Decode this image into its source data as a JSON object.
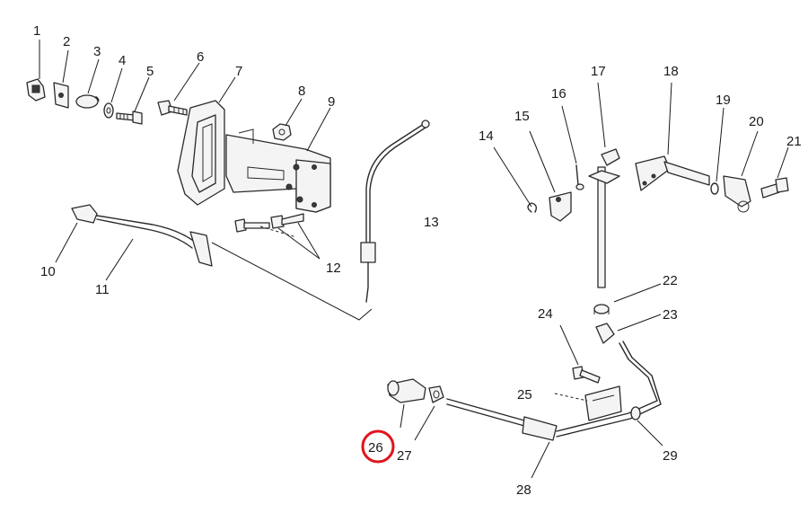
{
  "parts": [
    {
      "id": "p1",
      "label": "1"
    },
    {
      "id": "p2",
      "label": "2"
    },
    {
      "id": "p3",
      "label": "3"
    },
    {
      "id": "p4",
      "label": "4"
    },
    {
      "id": "p5",
      "label": "5"
    },
    {
      "id": "p6",
      "label": "6"
    },
    {
      "id": "p7",
      "label": "7"
    },
    {
      "id": "p8",
      "label": "8"
    },
    {
      "id": "p9",
      "label": "9"
    },
    {
      "id": "p10",
      "label": "10"
    },
    {
      "id": "p11",
      "label": "11"
    },
    {
      "id": "p12",
      "label": "12"
    },
    {
      "id": "p13",
      "label": "13"
    },
    {
      "id": "p14",
      "label": "14"
    },
    {
      "id": "p15",
      "label": "15"
    },
    {
      "id": "p16",
      "label": "16"
    },
    {
      "id": "p17",
      "label": "17"
    },
    {
      "id": "p18",
      "label": "18"
    },
    {
      "id": "p19",
      "label": "19"
    },
    {
      "id": "p20",
      "label": "20"
    },
    {
      "id": "p21",
      "label": "21"
    },
    {
      "id": "p22",
      "label": "22"
    },
    {
      "id": "p23",
      "label": "23"
    },
    {
      "id": "p24",
      "label": "24"
    },
    {
      "id": "p25",
      "label": "25"
    },
    {
      "id": "p26",
      "label": "26"
    },
    {
      "id": "p27",
      "label": "27"
    },
    {
      "id": "p28",
      "label": "28"
    },
    {
      "id": "p29",
      "label": "29"
    }
  ],
  "highlight": {
    "part": "26",
    "color": "#e0141e"
  },
  "colors": {
    "line": "#2a2a2a",
    "text": "#1a1a1a",
    "background": "#ffffff"
  }
}
